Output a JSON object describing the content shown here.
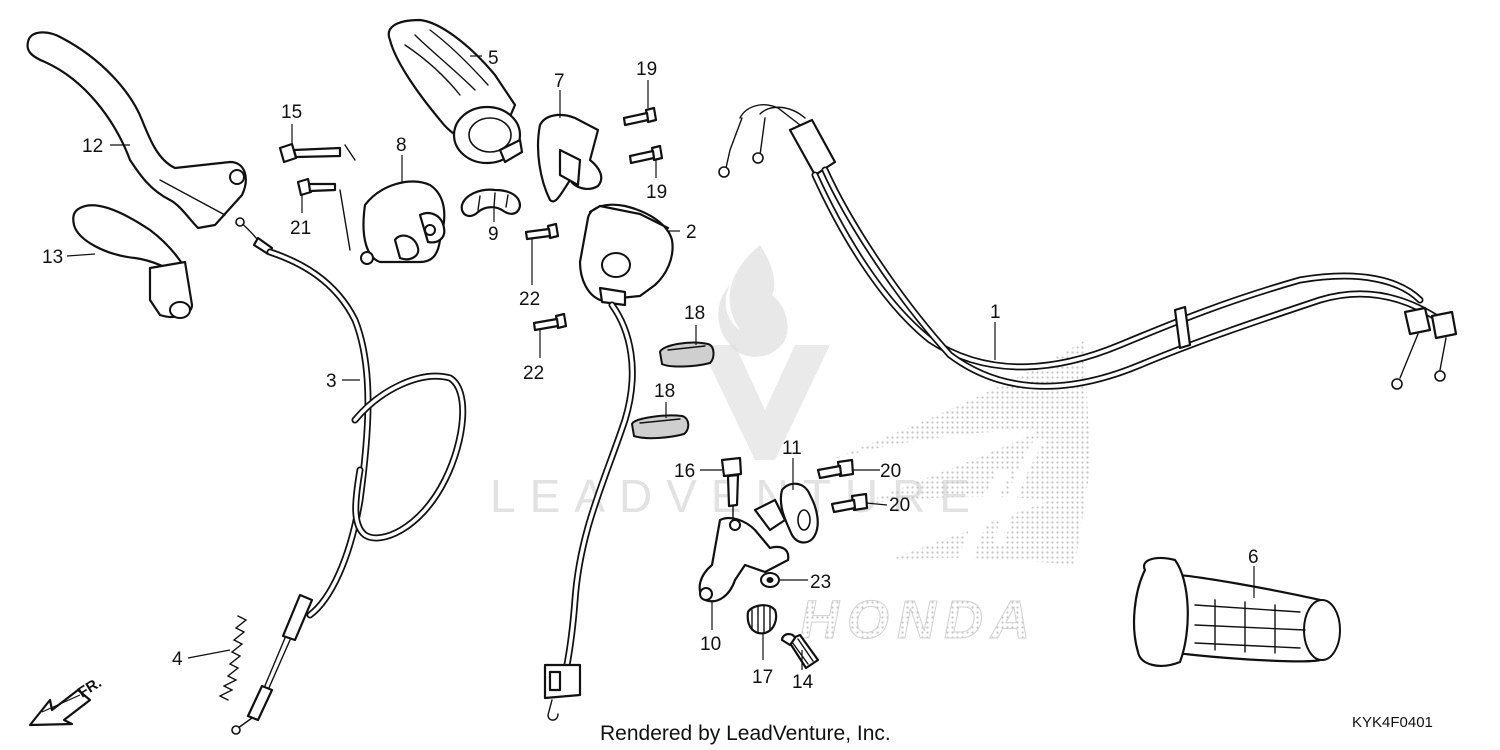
{
  "diagram": {
    "callouts": [
      "1",
      "2",
      "3",
      "4",
      "5",
      "6",
      "7",
      "8",
      "9",
      "10",
      "11",
      "12",
      "13",
      "14",
      "15",
      "16",
      "17",
      "18",
      "18",
      "19",
      "19",
      "20",
      "20",
      "21",
      "22",
      "22",
      "23"
    ],
    "direction_label": "FR.",
    "footer_text": "Rendered by LeadVenture, Inc.",
    "diagram_code": "KYK4F0401",
    "watermark_text": "LEADVENTURE",
    "brand_text": "HONDA"
  }
}
